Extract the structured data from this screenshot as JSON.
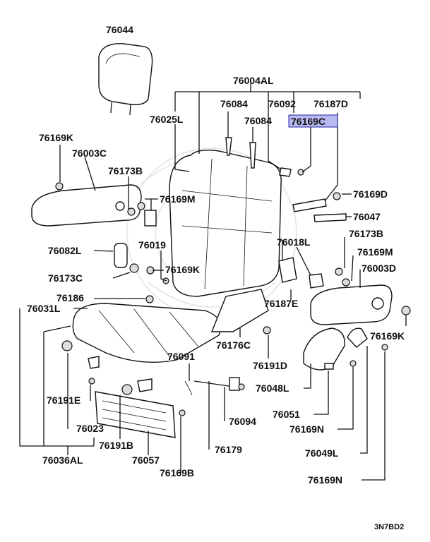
{
  "labels": {
    "l76044": "76044",
    "l76004AL": "76004AL",
    "l76025L": "76025L",
    "l76084a": "76084",
    "l76092": "76092",
    "l76187D": "76187D",
    "l76084b": "76084",
    "l76169C": "76169C",
    "l76169K_a": "76169K",
    "l76003C": "76003C",
    "l76173B_a": "76173B",
    "l76169M_a": "76169M",
    "l76169D": "76169D",
    "l76047": "76047",
    "l76082L": "76082L",
    "l76019": "76019",
    "l76018L": "76018L",
    "l76173B_b": "76173B",
    "l76169M_b": "76169M",
    "l76003D": "76003D",
    "l76173C": "76173C",
    "l76169K_b": "76169K",
    "l76186": "76186",
    "l76031L": "76031L",
    "l76187E": "76187E",
    "l76169K_c": "76169K",
    "l76176C": "76176C",
    "l76191D": "76191D",
    "l76091": "76091",
    "l76048L": "76048L",
    "l76191E": "76191E",
    "l76051": "76051",
    "l76094": "76094",
    "l76169N_a": "76169N",
    "l76023": "76023",
    "l76191B": "76191B",
    "l76179": "76179",
    "l76049L": "76049L",
    "l76036AL": "76036AL",
    "l76057": "76057",
    "l76169B": "76169B",
    "l76169N_b": "76169N",
    "code": "3N7BD2"
  },
  "highlight": {
    "color": "#b8b9f0",
    "target": "76169C"
  }
}
